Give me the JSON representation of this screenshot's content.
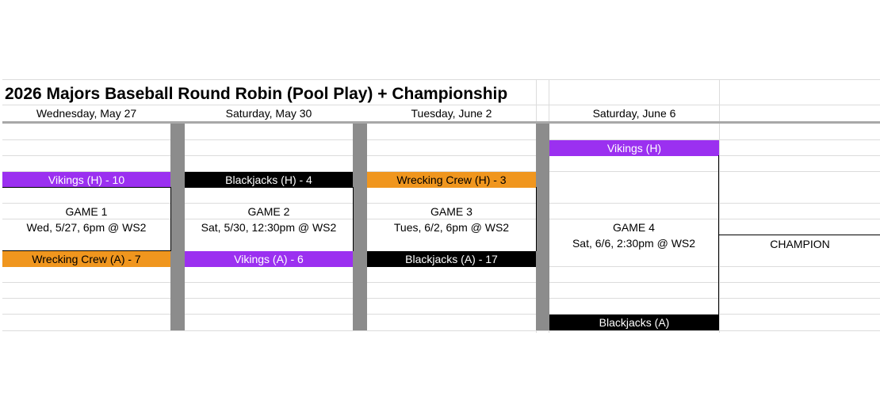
{
  "title": "2026 Majors Baseball Round Robin (Pool Play) + Championship",
  "days": [
    "Wednesday, May 27",
    "Saturday, May 30",
    "Tuesday, June 2",
    "Saturday, June 6"
  ],
  "games": [
    {
      "home": "Vikings (H) - 10",
      "away": "Wrecking Crew (A) - 7",
      "label": "GAME 1",
      "info": "Wed, 5/27, 6pm @ WS2"
    },
    {
      "home": "Blackjacks (H) - 4",
      "away": "Vikings (A) - 6",
      "label": "GAME 2",
      "info": "Sat, 5/30, 12:30pm @ WS2"
    },
    {
      "home": "Wrecking Crew (H) - 3",
      "away": "Blackjacks (A) - 17",
      "label": "GAME 3",
      "info": "Tues, 6/2, 6pm @ WS2"
    },
    {
      "home": "Vikings (H)",
      "away": "Blackjacks (A)",
      "label": "GAME 4",
      "info": "Sat, 6/6, 2:30pm @ WS2"
    }
  ],
  "champion_label": "CHAMPION",
  "colors": {
    "vikings": "#9b30f0",
    "blackjacks": "#000000",
    "wrecking_crew": "#f0961e"
  }
}
